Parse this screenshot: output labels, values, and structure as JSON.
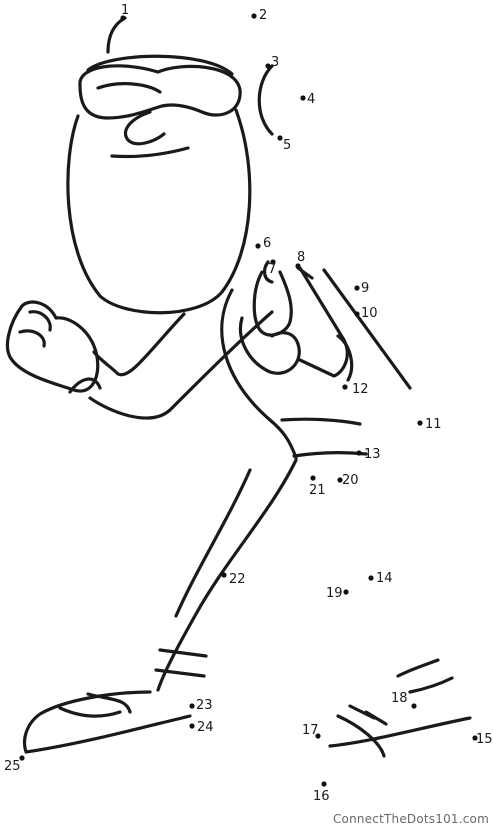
{
  "footer": {
    "site": "ConnectTheDots101.com"
  },
  "dots": [
    {
      "label": "1"
    },
    {
      "label": "2"
    },
    {
      "label": "3"
    },
    {
      "label": "4"
    },
    {
      "label": "5"
    },
    {
      "label": "6"
    },
    {
      "label": "7"
    },
    {
      "label": "8"
    },
    {
      "label": "9"
    },
    {
      "label": "10"
    },
    {
      "label": "11"
    },
    {
      "label": "12"
    },
    {
      "label": "13"
    },
    {
      "label": "14"
    },
    {
      "label": "15"
    },
    {
      "label": "16"
    },
    {
      "label": "17"
    },
    {
      "label": "18"
    },
    {
      "label": "19"
    },
    {
      "label": "20"
    },
    {
      "label": "21"
    },
    {
      "label": "22"
    },
    {
      "label": "23"
    },
    {
      "label": "24"
    },
    {
      "label": "25"
    }
  ]
}
